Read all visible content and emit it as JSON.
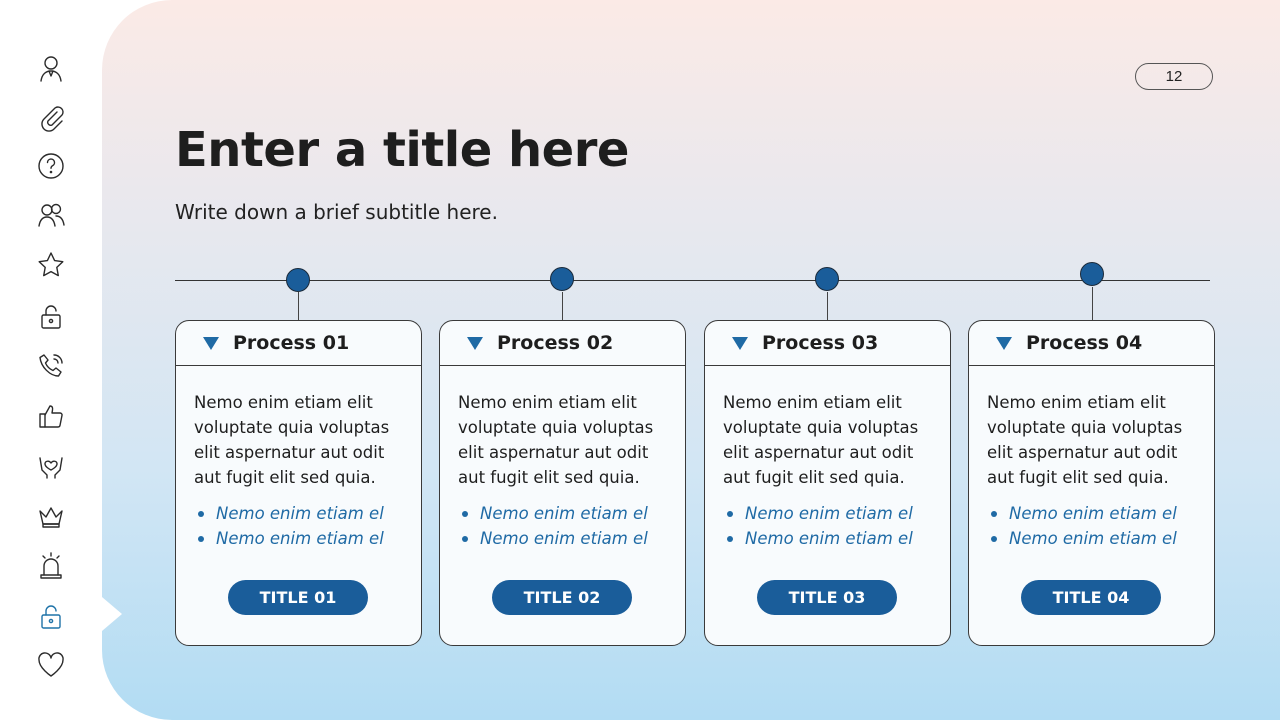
{
  "slide": {
    "page_number": "12",
    "title": "Enter a title here",
    "subtitle": "Write down a brief subtitle here."
  },
  "rail": {
    "icons": [
      "user-icon",
      "paperclip-icon",
      "question-icon",
      "users-icon",
      "star-icon",
      "lock-icon",
      "phone-ringing-icon",
      "thumbs-up-icon",
      "hands-heart-icon",
      "crown-icon",
      "alarm-bell-icon",
      "lock-icon",
      "heart-icon"
    ],
    "active_index": 11
  },
  "cards": [
    {
      "heading": "Process 01",
      "body": "Nemo enim etiam elit voluptate quia voluptas elit aspernatur aut odit aut fugit elit sed quia.",
      "bullets": [
        "Nemo enim etiam el",
        "Nemo enim etiam el"
      ],
      "button": "TITLE 01"
    },
    {
      "heading": "Process 02",
      "body": "Nemo enim etiam elit voluptate quia voluptas elit aspernatur aut odit aut fugit elit sed quia.",
      "bullets": [
        "Nemo enim etiam el",
        "Nemo enim etiam el"
      ],
      "button": "TITLE 02"
    },
    {
      "heading": "Process 03",
      "body": "Nemo enim etiam elit voluptate quia voluptas elit aspernatur aut odit aut fugit elit sed quia.",
      "bullets": [
        "Nemo enim etiam el",
        "Nemo enim etiam el"
      ],
      "button": "TITLE 03"
    },
    {
      "heading": "Process 04",
      "body": "Nemo enim etiam elit voluptate quia voluptas elit aspernatur aut odit aut fugit elit sed quia.",
      "bullets": [
        "Nemo enim etiam el",
        "Nemo enim etiam el"
      ],
      "button": "TITLE 04"
    }
  ],
  "colors": {
    "accent": "#1a5d9a",
    "bullet_text": "#1f6aa5",
    "gradient_top": "#fbeae6",
    "gradient_bottom": "#b2dcf3"
  }
}
